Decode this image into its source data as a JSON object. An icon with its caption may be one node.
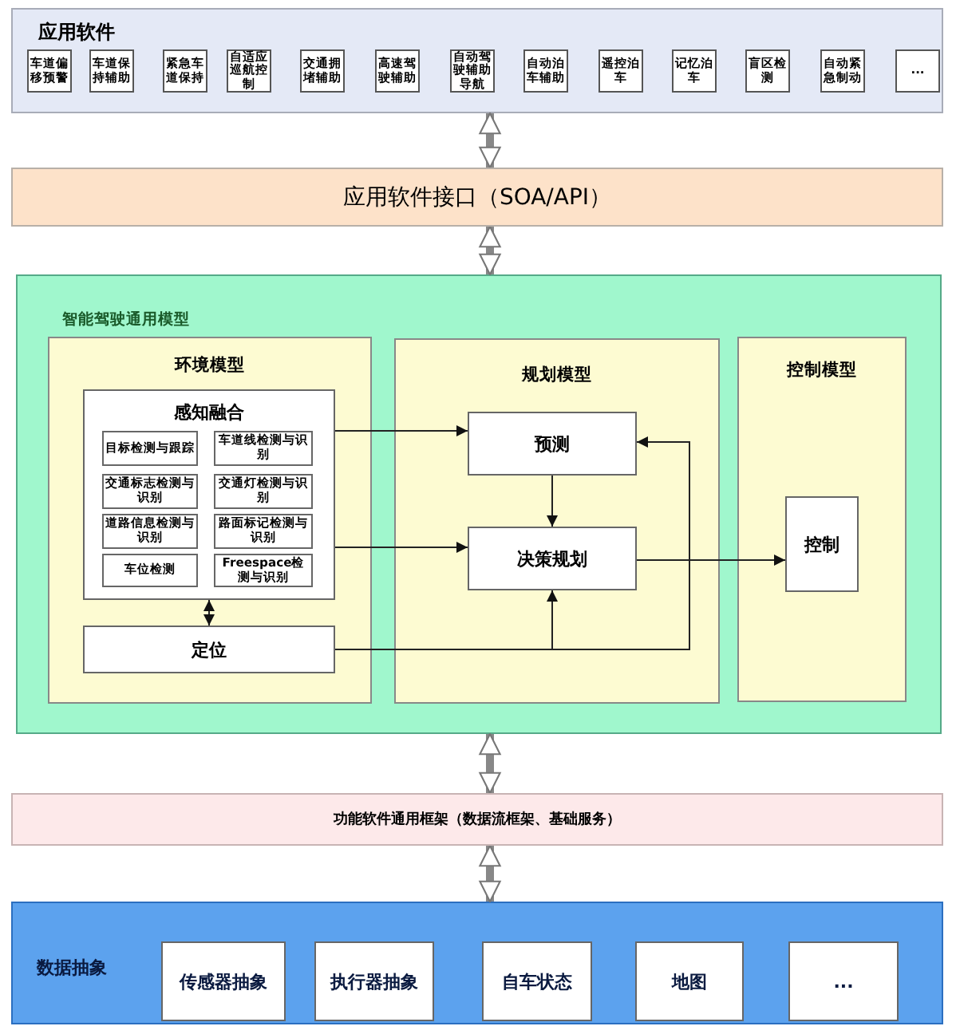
{
  "diagram": {
    "nodes": [
      {
        "text": [
          "应用软件"
        ]
      },
      {
        "text": [
          "车道偏移预警"
        ],
        "in": 0
      },
      {
        "text": [
          "车道保持辅助"
        ],
        "in": 0
      },
      {
        "text": [
          "紧急车道保持"
        ],
        "in": 0
      },
      {
        "text": [
          "自适应巡航控制"
        ],
        "in": 0
      },
      {
        "text": [
          "交通拥堵辅助"
        ],
        "in": 0
      },
      {
        "text": [
          "高速驾驶辅助"
        ],
        "in": 0
      },
      {
        "text": [
          "自动驾驶辅助导航"
        ],
        "in": 0
      },
      {
        "text": [
          "自动泊车辅助"
        ],
        "in": 0
      },
      {
        "text": [
          "遥控泊车"
        ],
        "in": 0
      },
      {
        "text": [
          "记忆泊车"
        ],
        "in": 0
      },
      {
        "text": [
          "盲区检测"
        ],
        "in": 0
      },
      {
        "text": [
          "自动紧急制动"
        ],
        "in": 0
      },
      {
        "text": [
          "..."
        ],
        "in": 0
      },
      {
        "text": [
          "应用软件接口（SOA/API）"
        ]
      },
      {
        "text": [
          "智能驾驶通用模型"
        ]
      },
      {
        "text": [
          "环境模型"
        ],
        "in": 15
      },
      {
        "text": [
          "感知融合"
        ],
        "in": 16
      },
      {
        "text": [
          "目标检测与跟踪"
        ],
        "in": 17
      },
      {
        "text": [
          "车道线检测与识别"
        ],
        "in": 17
      },
      {
        "text": [
          "交通标志检测与识别"
        ],
        "in": 17
      },
      {
        "text": [
          "交通灯检测与识别"
        ],
        "in": 17
      },
      {
        "text": [
          "道路信息检测与识别"
        ],
        "in": 17
      },
      {
        "text": [
          "路面标记检测与识别"
        ],
        "in": 17
      },
      {
        "text": [
          "车位检测"
        ],
        "in": 17
      },
      {
        "text": [
          "Freespace检测与识别"
        ],
        "in": 17
      },
      {
        "text": [
          "定位"
        ],
        "in": 16
      },
      {
        "text": [
          "规划模型"
        ],
        "in": 15
      },
      {
        "text": [
          "预测"
        ],
        "in": 27
      },
      {
        "text": [
          "决策规划"
        ],
        "in": 27
      },
      {
        "text": [
          "控制模型"
        ],
        "in": 15
      },
      {
        "text": [
          "控制"
        ],
        "in": 30
      },
      {
        "text": [
          "功能软件通用框架（数据流框架、基础服务）"
        ]
      },
      {
        "text": [
          "数据抽象"
        ]
      },
      {
        "text": [
          "传感器抽象"
        ],
        "in": 33
      },
      {
        "text": [
          "执行器抽象"
        ],
        "in": 33
      },
      {
        "text": [
          "自车状态"
        ],
        "in": 33
      },
      {
        "text": [
          "地图"
        ],
        "in": 33
      },
      {
        "text": [
          "..."
        ],
        "in": 33
      }
    ],
    "edges": [
      {
        "from": 0,
        "to": 14,
        "arrow": "both",
        "style": "thick",
        "color": "#888888"
      },
      {
        "from": 14,
        "to": 15,
        "arrow": "both",
        "style": "thick",
        "color": "#888888"
      },
      {
        "from": 15,
        "to": 32,
        "arrow": "both",
        "style": "thick",
        "color": "#888888"
      },
      {
        "from": 32,
        "to": 33,
        "arrow": "both",
        "style": "thick",
        "color": "#888888"
      },
      {
        "from": 17,
        "to": 28,
        "arrow": "to"
      },
      {
        "from": 17,
        "to": 29,
        "arrow": "to"
      },
      {
        "from": 17,
        "to": 26,
        "arrow": "both"
      },
      {
        "from": 26,
        "to": 29,
        "arrow": "to"
      },
      {
        "from": 26,
        "to": 28,
        "arrow": "to"
      },
      {
        "from": 28,
        "to": 29,
        "arrow": "to"
      },
      {
        "from": 29,
        "to": 31,
        "arrow": "to"
      }
    ]
  }
}
